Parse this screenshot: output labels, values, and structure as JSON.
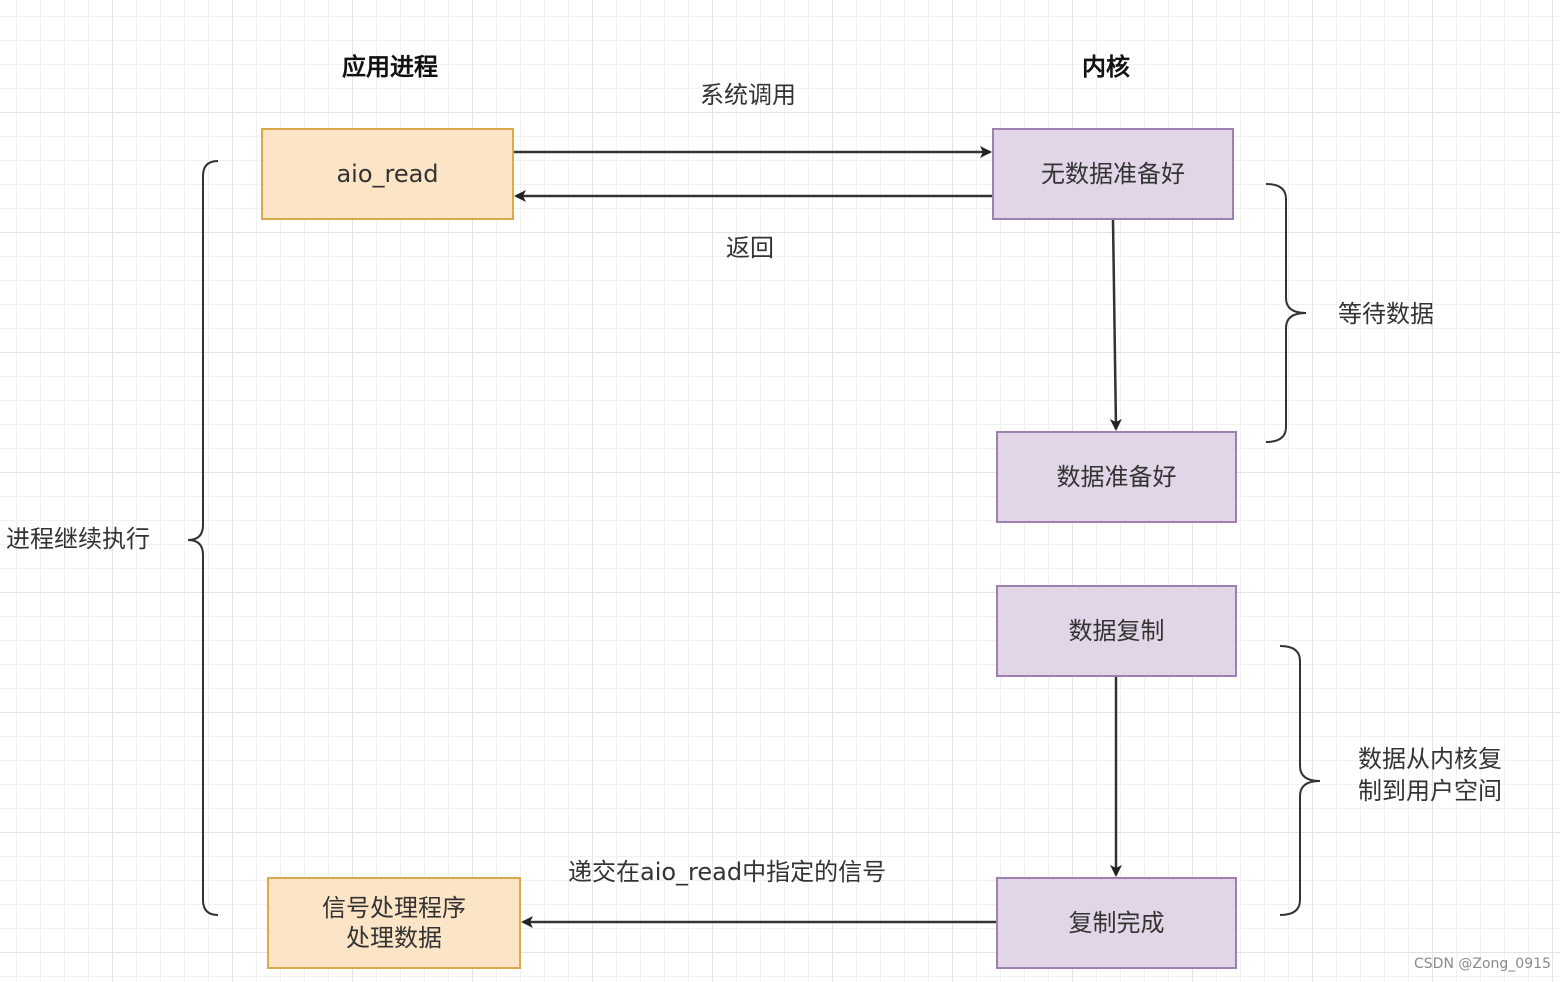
{
  "columns": {
    "app_heading": "应用进程",
    "kernel_heading": "内核"
  },
  "nodes": {
    "aio_read": "aio_read",
    "no_data_ready": "无数据准备好",
    "data_ready": "数据准备好",
    "data_copy": "数据复制",
    "copy_complete": "复制完成",
    "signal_handler": [
      "信号处理程序",
      "处理数据"
    ]
  },
  "edges": {
    "syscall": "系统调用",
    "return": "返回",
    "deliver_signal": "递交在aio_read中指定的信号"
  },
  "braces": {
    "process_continues": "进程继续执行",
    "wait_data": "等待数据",
    "copy_to_user": [
      "数据从内核复",
      "制到用户空间"
    ]
  },
  "colors": {
    "app_fill": "#fce5c6",
    "app_border": "#d9a94b",
    "kernel_fill": "#e1d5e7",
    "kernel_border": "#9d7fb0"
  },
  "watermark": "CSDN @Zong_0915"
}
